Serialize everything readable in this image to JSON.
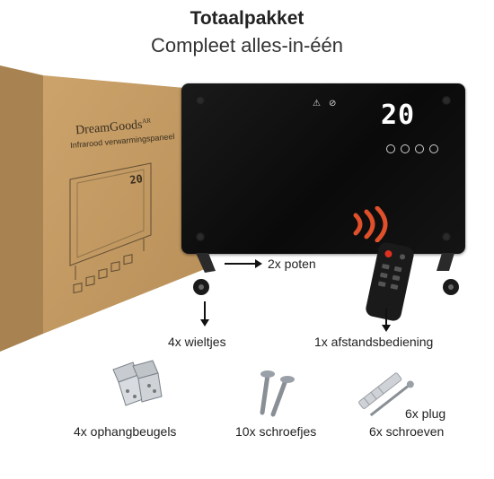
{
  "header": {
    "title": "Totaalpakket",
    "subtitle": "Compleet alles-in-één"
  },
  "box": {
    "brand": "DreamGoods",
    "brand_mark": "AR",
    "product": "Infrarood verwarmingspaneel"
  },
  "heater": {
    "display_value": "20"
  },
  "labels": {
    "legs": "2x poten",
    "wheels": "4x wieltjes",
    "remote": "1x afstandsbediening",
    "brackets": "4x ophangbeugels",
    "screws_small": "10x schroefjes",
    "plugs": "6x plug",
    "screws": "6x schroeven"
  },
  "colors": {
    "cardboard": "#c29a62",
    "heater": "#111111",
    "accent": "#e0502a"
  }
}
